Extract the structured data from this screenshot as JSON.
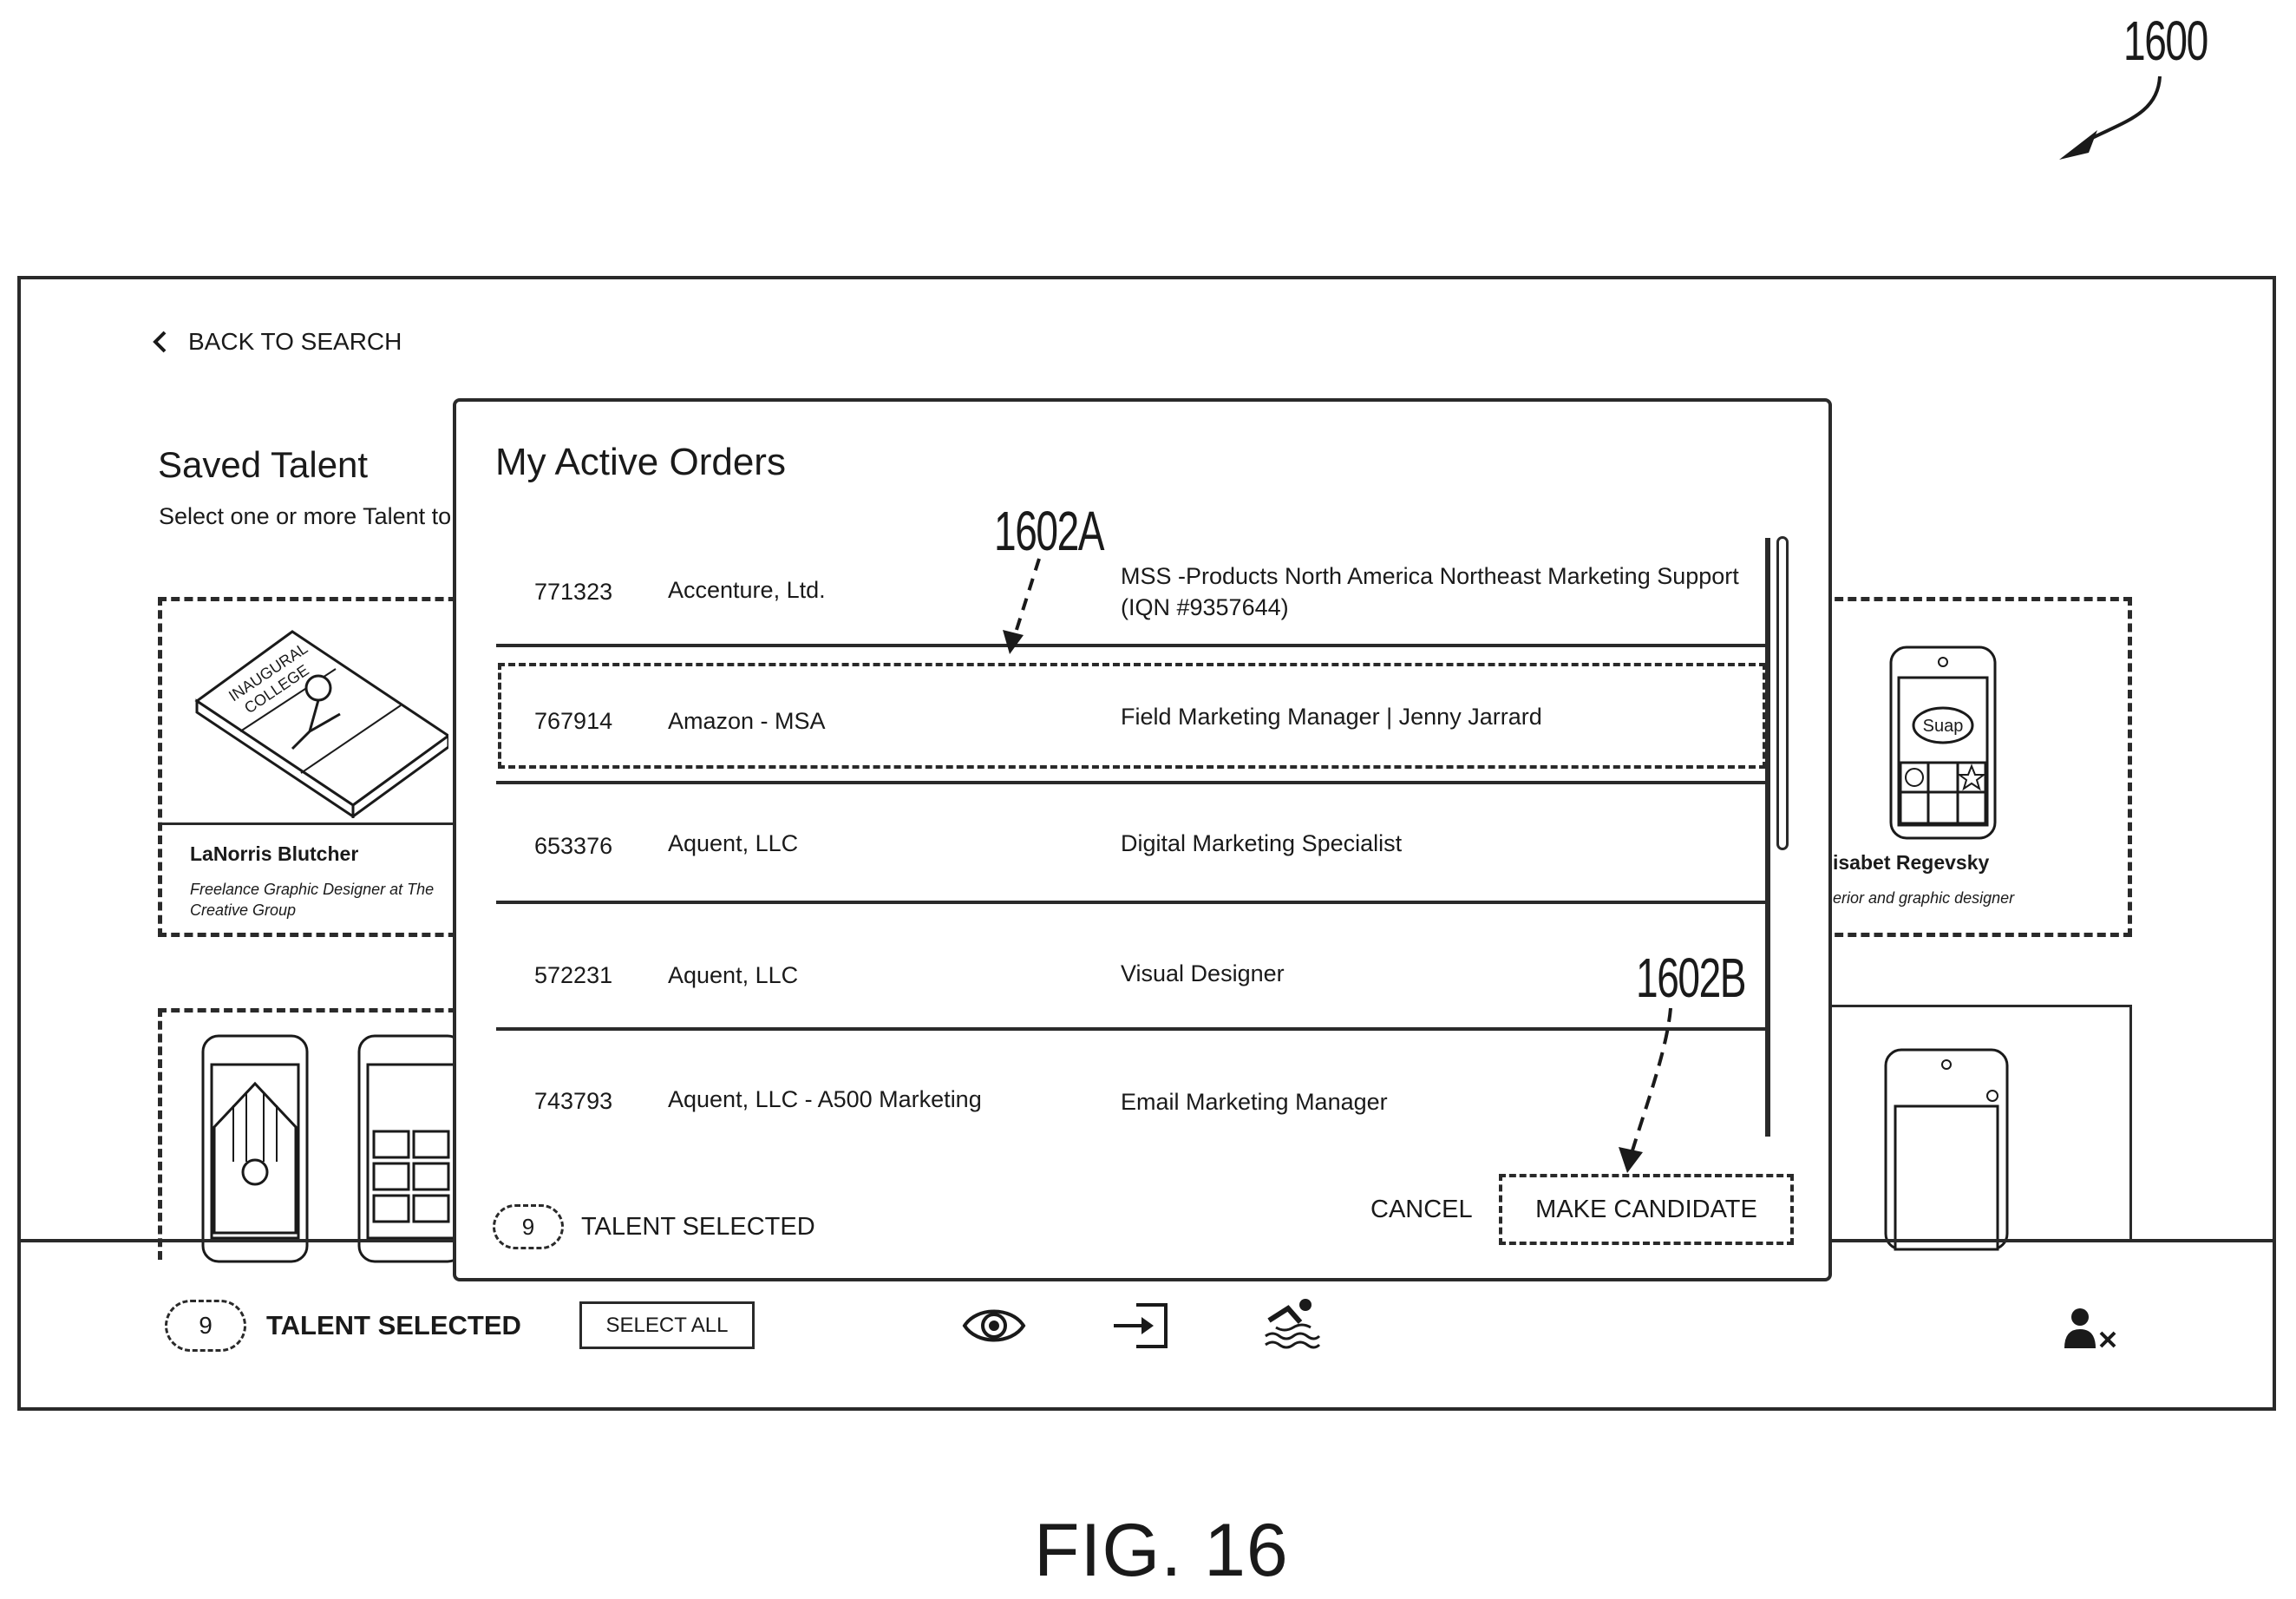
{
  "figure": {
    "ref_1600": "1600",
    "ref_1602": "1602",
    "ref_1602a": "1602A",
    "ref_1602b": "1602B",
    "caption": "FIG. 16"
  },
  "page": {
    "back_label": "BACK TO SEARCH",
    "title": "Saved Talent",
    "subtitle": "Select one or more Talent to"
  },
  "cards": [
    {
      "name": "LaNorris Blutcher",
      "role_line1": "Freelance Graphic Designer at The",
      "role_line2": "Creative Group",
      "cover_text_1": "INAUGURAL",
      "cover_text_2": "COLLEGE"
    },
    {
      "name": "isabet Regevsky",
      "role_line1": "erior and graphic designer",
      "app_text": "Suap"
    }
  ],
  "modal": {
    "title": "My Active Orders",
    "orders": [
      {
        "id": "771323",
        "client": "Accenture, Ltd.",
        "title_line1": "MSS -Products North America Northeast Marketing Support",
        "title_line2": "(IQN #9357644)"
      },
      {
        "id": "767914",
        "client": "Amazon - MSA",
        "title_line1": "Field Marketing Manager | Jenny Jarrard",
        "title_line2": ""
      },
      {
        "id": "653376",
        "client": "Aquent, LLC",
        "title_line1": "Digital Marketing Specialist",
        "title_line2": ""
      },
      {
        "id": "572231",
        "client": "Aquent, LLC",
        "title_line1": "Visual Designer",
        "title_line2": ""
      },
      {
        "id": "743793",
        "client": "Aquent, LLC - A500 Marketing",
        "title_line1": "Email Marketing Manager",
        "title_line2": ""
      }
    ],
    "selected_count": "9",
    "selected_label": "TALENT SELECTED",
    "cancel_label": "CANCEL",
    "make_candidate_label": "MAKE CANDIDATE"
  },
  "bottom_bar": {
    "selected_count": "9",
    "selected_label": "TALENT SELECTED",
    "select_all_label": "SELECT ALL",
    "icons": [
      "eye-icon",
      "export-icon",
      "swimmer-icon",
      "remove-user-icon"
    ]
  }
}
